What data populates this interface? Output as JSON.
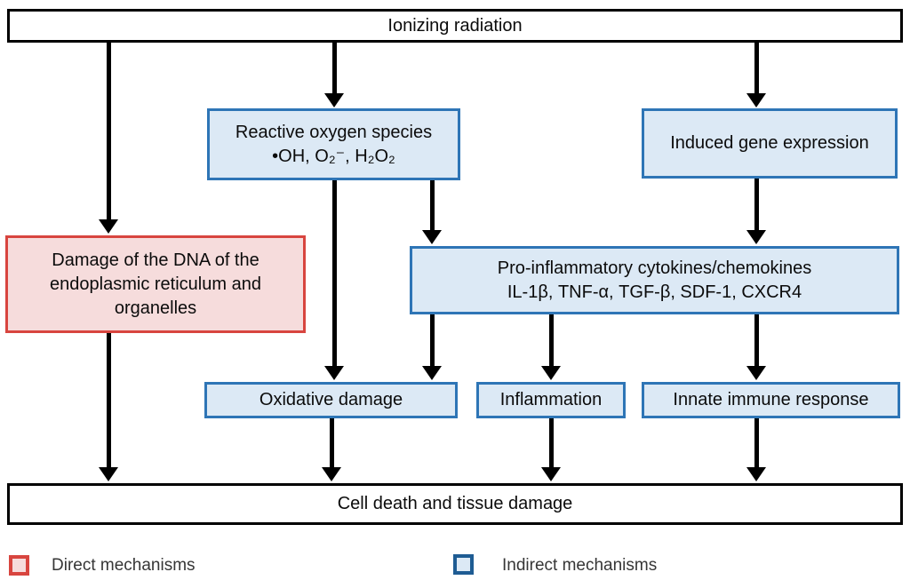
{
  "diagram": {
    "nodes": {
      "ionizing": {
        "label": "Ionizing radiation"
      },
      "ros": {
        "line1": "Reactive oxygen species",
        "line2": "•OH, O₂⁻, H₂O₂"
      },
      "gene_expression": {
        "label": "Induced gene expression"
      },
      "dna_damage": {
        "label": "Damage of the DNA of the endoplasmic reticulum and organelles"
      },
      "cytokines": {
        "line1": "Pro-inflammatory cytokines/chemokines",
        "line2": "IL-1β, TNF-α, TGF-β, SDF-1, CXCR4"
      },
      "oxidative": {
        "label": "Oxidative damage"
      },
      "inflammation": {
        "label": "Inflammation"
      },
      "immune": {
        "label": "Innate immune response"
      },
      "cell_death": {
        "label": "Cell death and tissue damage"
      }
    },
    "edges": [
      {
        "from": "ionizing",
        "to": "dna_damage"
      },
      {
        "from": "ionizing",
        "to": "ros"
      },
      {
        "from": "ionizing",
        "to": "gene_expression"
      },
      {
        "from": "ros",
        "to": "oxidative"
      },
      {
        "from": "ros",
        "to": "cytokines"
      },
      {
        "from": "gene_expression",
        "to": "cytokines"
      },
      {
        "from": "cytokines",
        "to": "oxidative"
      },
      {
        "from": "cytokines",
        "to": "inflammation"
      },
      {
        "from": "cytokines",
        "to": "immune"
      },
      {
        "from": "dna_damage",
        "to": "cell_death"
      },
      {
        "from": "oxidative",
        "to": "cell_death"
      },
      {
        "from": "inflammation",
        "to": "cell_death"
      },
      {
        "from": "immune",
        "to": "cell_death"
      }
    ],
    "legend": {
      "direct": {
        "label": "Direct mechanisms"
      },
      "indirect": {
        "label": "Indirect mechanisms"
      }
    },
    "colors": {
      "blue_border": "#2e75b6",
      "blue_fill": "#dce9f5",
      "red_border": "#d8453f",
      "red_fill": "#f6dcdc",
      "legend_blue_border": "#1e5c93",
      "arrow_black": "#000000"
    }
  }
}
